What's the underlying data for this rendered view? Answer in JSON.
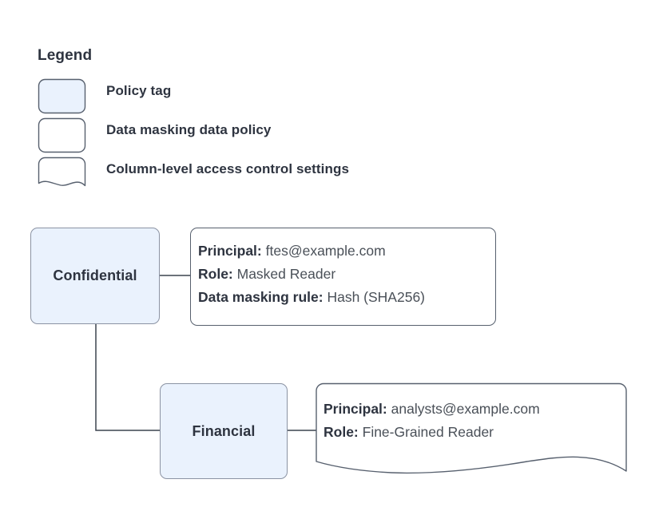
{
  "legend": {
    "title": "Legend",
    "items": [
      {
        "label": "Policy tag",
        "shape": "rounded-rect",
        "fill": "#eaf2fd",
        "stroke": "#57606e"
      },
      {
        "label": "Data masking data policy",
        "shape": "rounded-rect",
        "fill": "#ffffff",
        "stroke": "#57606e"
      },
      {
        "label": "Column-level access control settings",
        "shape": "document-wave",
        "fill": "#ffffff",
        "stroke": "#57606e"
      }
    ]
  },
  "diagram": {
    "nodes": [
      {
        "id": "confidential",
        "label": "Confidential",
        "type": "policy-tag"
      },
      {
        "id": "financial",
        "label": "Financial",
        "type": "policy-tag"
      }
    ],
    "policy_card": {
      "rows": [
        {
          "label": "Principal:",
          "value": "ftes@example.com"
        },
        {
          "label": "Role:",
          "value": "Masked Reader"
        },
        {
          "label": "Data masking rule:",
          "value": "Hash (SHA256)"
        }
      ]
    },
    "settings_card": {
      "rows": [
        {
          "label": "Principal:",
          "value": "analysts@example.com"
        },
        {
          "label": "Role:",
          "value": "Fine-Grained Reader"
        }
      ]
    },
    "connectors": [
      {
        "from": "confidential",
        "to": "policy-card"
      },
      {
        "from": "confidential",
        "to": "financial"
      },
      {
        "from": "financial",
        "to": "settings-card"
      }
    ]
  },
  "colors": {
    "node_fill": "#eaf2fd",
    "node_stroke": "#8b93a3",
    "card_stroke": "#57606e",
    "text_strong": "#2e3440",
    "text_value": "#4a5058",
    "connector": "#3b434f",
    "background": "#ffffff"
  }
}
